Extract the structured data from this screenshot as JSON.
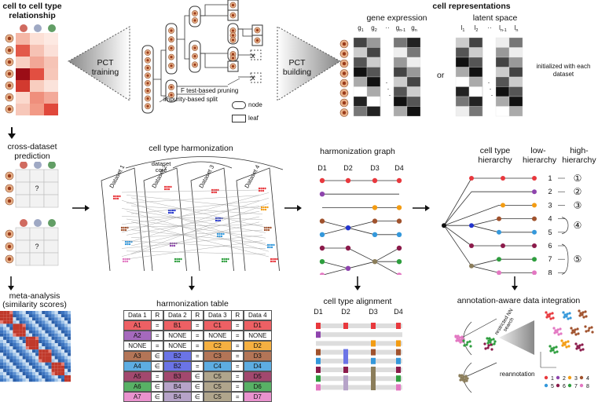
{
  "panels": {
    "p1_title": "cell to cell type relationship",
    "p2_training": "PCT training",
    "p2_pruning": "F test-based pruning",
    "p2_split": "impurity-based split",
    "p2_node": "node",
    "p2_leaf": "leaf",
    "p3_building": "PCT building",
    "p4_title": "cell representations",
    "p4_gene": "gene expression",
    "p4_latent": "latent space",
    "p4_or": "or",
    "p4_init": "initialized with each dataset",
    "p4_gene_cols": [
      "g1",
      "g2",
      "··",
      "gn-1",
      "gn"
    ],
    "p4_latent_cols": [
      "l1",
      "l2",
      "··",
      "ln-1",
      "ln"
    ],
    "p5_title": "cross-dataset prediction",
    "p5_q": "?",
    "p6_title": "cell type harmonization",
    "p6_core": "dataset core",
    "p6_datasets": [
      "Dataset 1",
      "Dataset 2",
      "Dataset 3",
      "Dataset 4"
    ],
    "p7_title": "harmonization graph",
    "p7_cols": [
      "D1",
      "D2",
      "D3",
      "D4"
    ],
    "p8_title": "cell type hierarchy",
    "p8_low": "low-hierarchy",
    "p8_high": "high-hierarchy",
    "p8_low_nums": [
      "1",
      "2",
      "3",
      "4",
      "5",
      "6",
      "7",
      "8"
    ],
    "p8_high_nums": [
      "①",
      "②",
      "③",
      "④",
      "⑤"
    ],
    "p9_title": "meta-analysis (similarity scores)",
    "p10_title": "harmonization table",
    "p11_title": "cell type alignment",
    "p11_cols": [
      "D1",
      "D2",
      "D3",
      "D4"
    ],
    "p12_title": "annotation-aware data integration",
    "p12_nn": "restricted NN search",
    "p12_reannot": "reannotation",
    "p12_legend": [
      "1",
      "2",
      "3",
      "4",
      "5",
      "6",
      "7",
      "8"
    ]
  },
  "table": {
    "header": [
      "Data 1",
      "R",
      "Data 2",
      "R",
      "Data 3",
      "R",
      "Data 4"
    ],
    "rows": [
      [
        "A1",
        "=",
        "B1",
        "=",
        "C1",
        "=",
        "D1"
      ],
      [
        "A2",
        "=",
        "NONE",
        "=",
        "NONE",
        "=",
        "NONE"
      ],
      [
        "NONE",
        "=",
        "NONE",
        "=",
        "C2",
        "=",
        "D2"
      ],
      [
        "A3",
        "∈",
        "B2",
        "=",
        "C3",
        "=",
        "D3"
      ],
      [
        "A4",
        "∈",
        "B2",
        "=",
        "C4",
        "=",
        "D4"
      ],
      [
        "A5",
        "=",
        "B3",
        "∈",
        "C5",
        "=",
        "D5"
      ],
      [
        "A6",
        "∈",
        "B4",
        "∈",
        "C5",
        "=",
        "D6"
      ],
      [
        "A7",
        "∈",
        "B4",
        "∈",
        "C5",
        "=",
        "D7"
      ]
    ]
  },
  "colors": {
    "c1": "#e8383d",
    "c2": "#8e44ad",
    "c3": "#f39c12",
    "c4": "#a0522d",
    "c5": "#3498db",
    "c6": "#8b1a4a",
    "c7": "#2e9e3e",
    "c8": "#e377c2",
    "c9": "#8b7d5a",
    "blue": "#2233cc"
  }
}
